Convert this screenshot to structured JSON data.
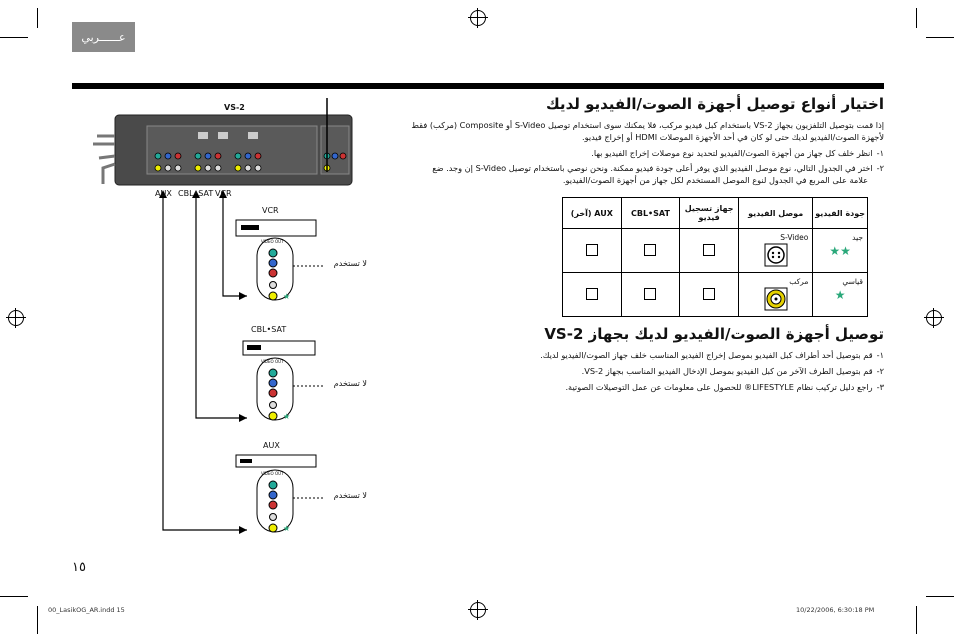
{
  "tab": {
    "label": "عــــــربي"
  },
  "section1": {
    "title": "اختيار أنواع توصيل أجهزة الصوت/الفيديو لديك",
    "intro_line1": "إذا قمت بتوصيل التلفزيون بجهاز VS-2 باستخدام كبل فيديو مركب، فلا يمكنك سوى استخدام توصيل S-Video أو Composite (مركب) فقط",
    "intro_line2": "لأجهزة الصوت/الفيديو لديك حتى لو كان في أحد الأجهزة الموصلات HDMI أو إخراج فيديو.",
    "step1_num": "١-",
    "step1": "انظر خلف كل جهاز من أجهزة الصوت/الفيديو لتحديد نوع موصلات إخراج الفيديو بها.",
    "step2_num": "٢-",
    "step2_line1": "اختر في الجدول التالي، نوع موصل الفيديو الذي يوفر أعلى جودة فيديو ممكنة. ونحن نوصي باستخدام توصيل S-Video إن وجد. ضع",
    "step2_line2": "علامة على المربع في الجدول لنوع الموصل المستخدم لكل جهاز من أجهزة الصوت/الفيديو."
  },
  "table": {
    "headers": [
      "جودة الفيديو",
      "موصل الفيديو",
      "جهاز تسجيل فيديو",
      "CBL•SAT",
      "AUX (آخر)"
    ],
    "rows": [
      {
        "quality": "جيد",
        "stars": "★★",
        "connector": "S-Video"
      },
      {
        "quality": "قياسي",
        "stars": "★",
        "connector": "مركب"
      }
    ]
  },
  "section2": {
    "title": "توصيل أجهزة الصوت/الفيديو لديك بجهاز VS-2",
    "step1_num": "١-",
    "step1": "قم بتوصيل أحد أطراف كبل الفيديو بموصل إخراج الفيديو المناسب خلف جهاز الصوت/الفيديو لديك.",
    "step2_num": "٢-",
    "step2": "قم بتوصيل الطرف الآخر من كبل الفيديو بموصل الإدخال الفيديو المناسب بجهاز VS-2.",
    "step3_num": "٣-",
    "step3": "راجع دليل تركيب نظام LIFESTYLE® للحصول على معلومات عن عمل التوصيلات الصوتية."
  },
  "diagram": {
    "vs2_label": "VS-2",
    "inputs": [
      "AUX",
      "CBL•SAT",
      "VCR"
    ],
    "devices": [
      "VCR",
      "CBL•SAT",
      "AUX"
    ],
    "video_out": "VIDEO OUT",
    "unused": "لا تستخدم"
  },
  "page_number": "١٥",
  "footer": {
    "left": "00_LasikOG_AR.indd   15",
    "right": "10/22/2006, 6:30:18 PM"
  }
}
